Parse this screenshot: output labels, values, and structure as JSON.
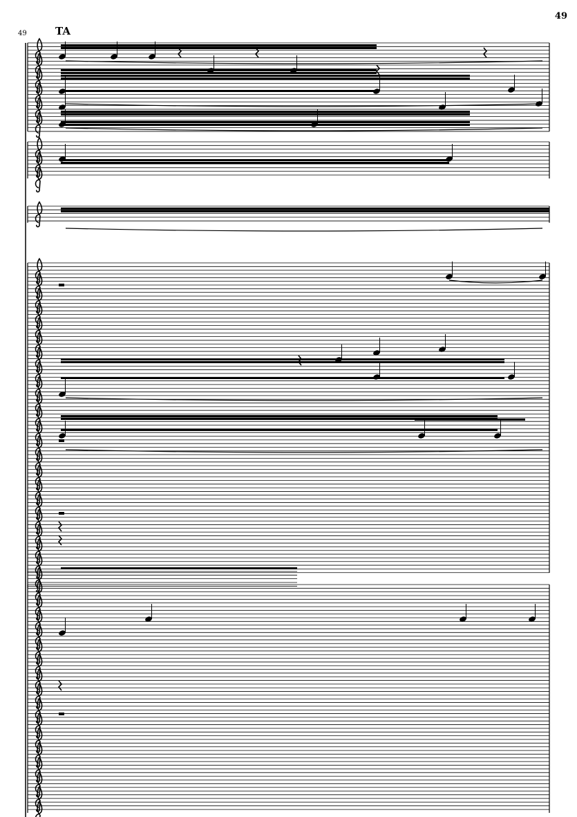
{
  "page_number": "49",
  "measure_number": "49",
  "rehearsal_mark": "TA"
}
